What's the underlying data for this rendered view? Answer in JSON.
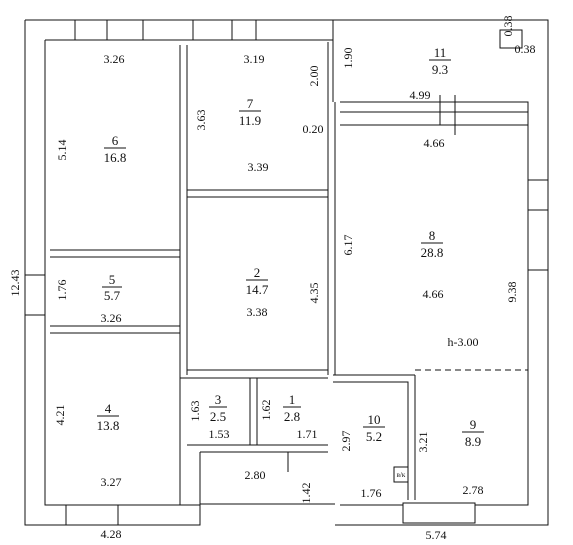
{
  "rooms": [
    {
      "id": "1",
      "area": "2.8"
    },
    {
      "id": "2",
      "area": "14.7"
    },
    {
      "id": "3",
      "area": "2.5"
    },
    {
      "id": "4",
      "area": "13.8"
    },
    {
      "id": "5",
      "area": "5.7"
    },
    {
      "id": "6",
      "area": "16.8"
    },
    {
      "id": "7",
      "area": "11.9"
    },
    {
      "id": "8",
      "area": "28.8"
    },
    {
      "id": "9",
      "area": "8.9"
    },
    {
      "id": "10",
      "area": "5.2"
    },
    {
      "id": "11",
      "area": "9.3"
    }
  ],
  "dimensions": {
    "d_3_26_top": "3.26",
    "d_5_14": "5.14",
    "d_1_76_left": "1.76",
    "d_3_26_mid": "3.26",
    "d_4_21": "4.21",
    "d_3_27": "3.27",
    "d_4_28": "4.28",
    "d_12_43": "12.43",
    "d_3_19": "3.19",
    "d_3_63": "3.63",
    "d_3_39": "3.39",
    "d_2_00": "2.00",
    "d_0_20": "0.20",
    "d_4_35": "4.35",
    "d_3_38": "3.38",
    "d_1_63": "1.63",
    "d_1_53": "1.53",
    "d_1_62": "1.62",
    "d_1_71": "1.71",
    "d_2_80": "2.80",
    "d_1_42": "1.42",
    "d_1_90": "1.90",
    "d_0_38_a": "0.38",
    "d_0_38_b": "0.38",
    "d_4_99": "4.99",
    "d_4_66_top": "4.66",
    "d_6_17": "6.17",
    "d_4_66_mid": "4.66",
    "d_9_38": "9.38",
    "d_h": "h-3.00",
    "d_2_97": "2.97",
    "d_3_21": "3.21",
    "d_1_76_bot": "1.76",
    "d_2_78": "2.78",
    "d_5_74": "5.74",
    "vk": "в/к"
  }
}
